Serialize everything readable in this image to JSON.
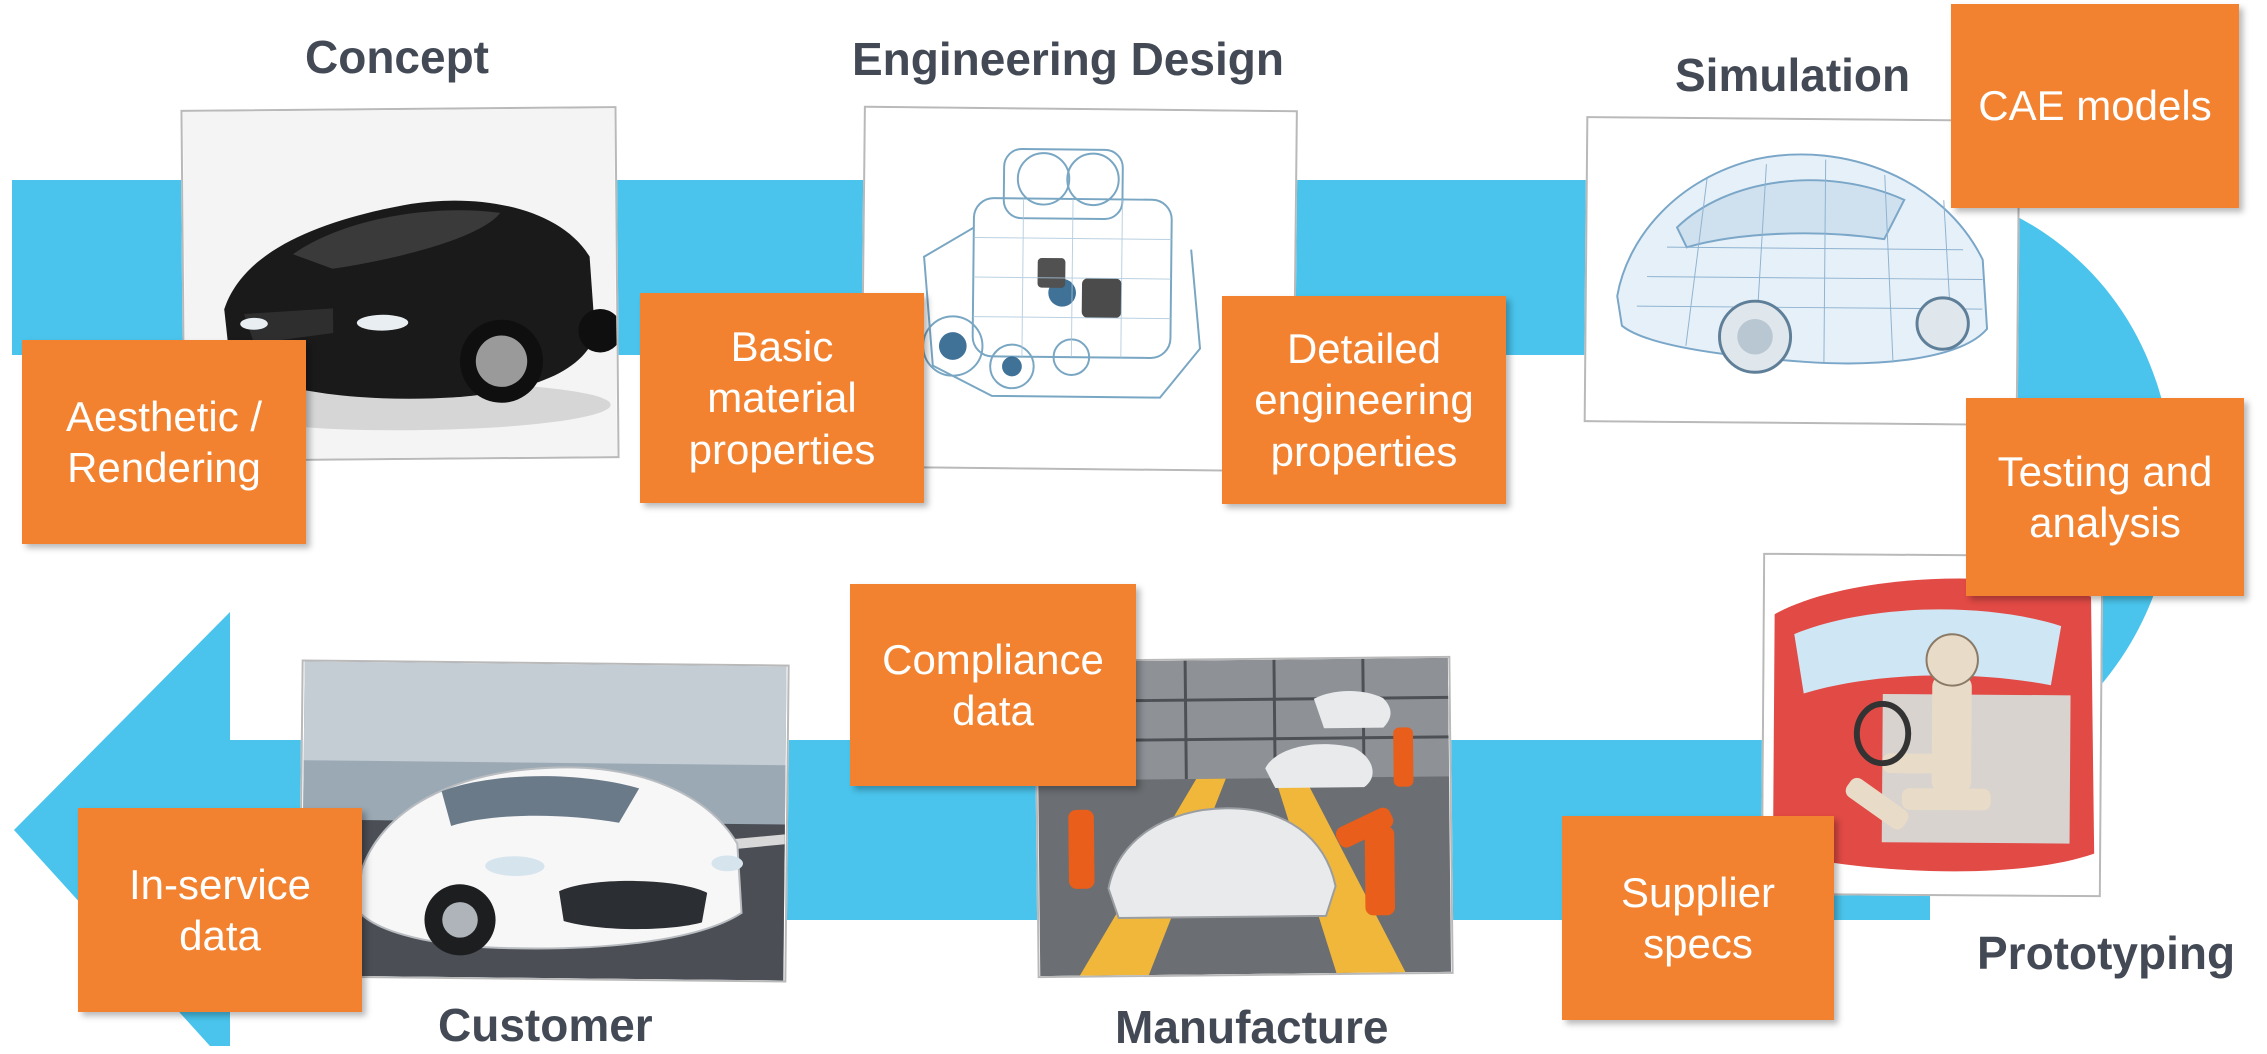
{
  "colors": {
    "arrow": "#4ac4ec",
    "tag": "#f2822f",
    "title": "#444a55"
  },
  "stages": {
    "concept": "Concept",
    "engineering_design": "Engineering Design",
    "simulation": "Simulation",
    "prototyping": "Prototyping",
    "manufacture": "Manufacture",
    "customer": "Customer"
  },
  "tags": {
    "aesthetic": "Aesthetic /\nRendering",
    "basic_material": "Basic\nmaterial\nproperties",
    "detailed_engineering": "Detailed\nengineering\nproperties",
    "cae_models": "CAE models",
    "testing": "Testing and\nanalysis",
    "supplier": "Supplier\nspecs",
    "compliance": "Compliance\ndata",
    "in_service": "In-service\ndata"
  },
  "images": {
    "concept": "dark-sports-car-render",
    "engineering_design": "wireframe-engine-render",
    "simulation": "wireframe-car-mesh",
    "prototyping": "crash-test-dummy-in-car",
    "manufacture": "robotic-assembly-line",
    "customer": "white-sedan-on-road"
  }
}
